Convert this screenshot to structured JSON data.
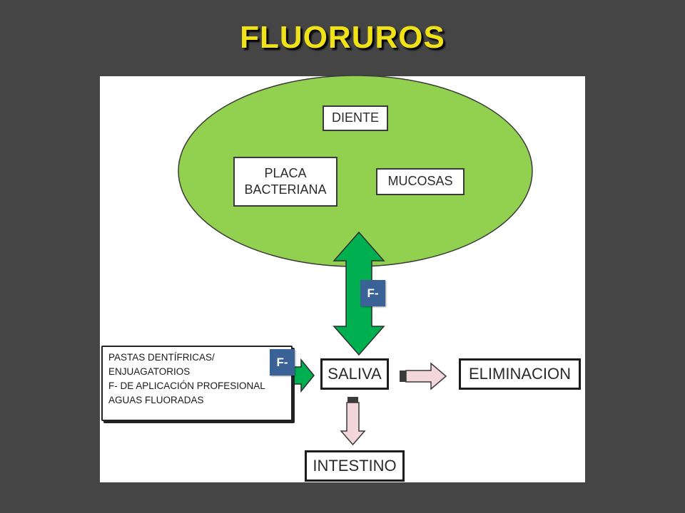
{
  "title": "FLUORUROS",
  "nodes": {
    "diente": "DIENTE",
    "placa": [
      "PLACA",
      "BACTERIANA"
    ],
    "mucosas": "MUCOSAS",
    "saliva": "SALIVA",
    "eliminacion": "ELIMINACION",
    "intestino": "INTESTINO"
  },
  "sources": [
    "PASTAS DENTÍFRICAS/",
    "ENJUAGATORIOS",
    "F- DE APLICACIÓN PROFESIONAL",
    "AGUAS FLUORADAS"
  ],
  "badges": {
    "vertical": "F-",
    "sources": "F-"
  },
  "colors": {
    "background": "#454545",
    "title": "#f0e216",
    "ellipse": "#92d050",
    "green_arrow": "#00b050",
    "pink_arrow": "#f2d6da",
    "badge": "#3b6296"
  }
}
